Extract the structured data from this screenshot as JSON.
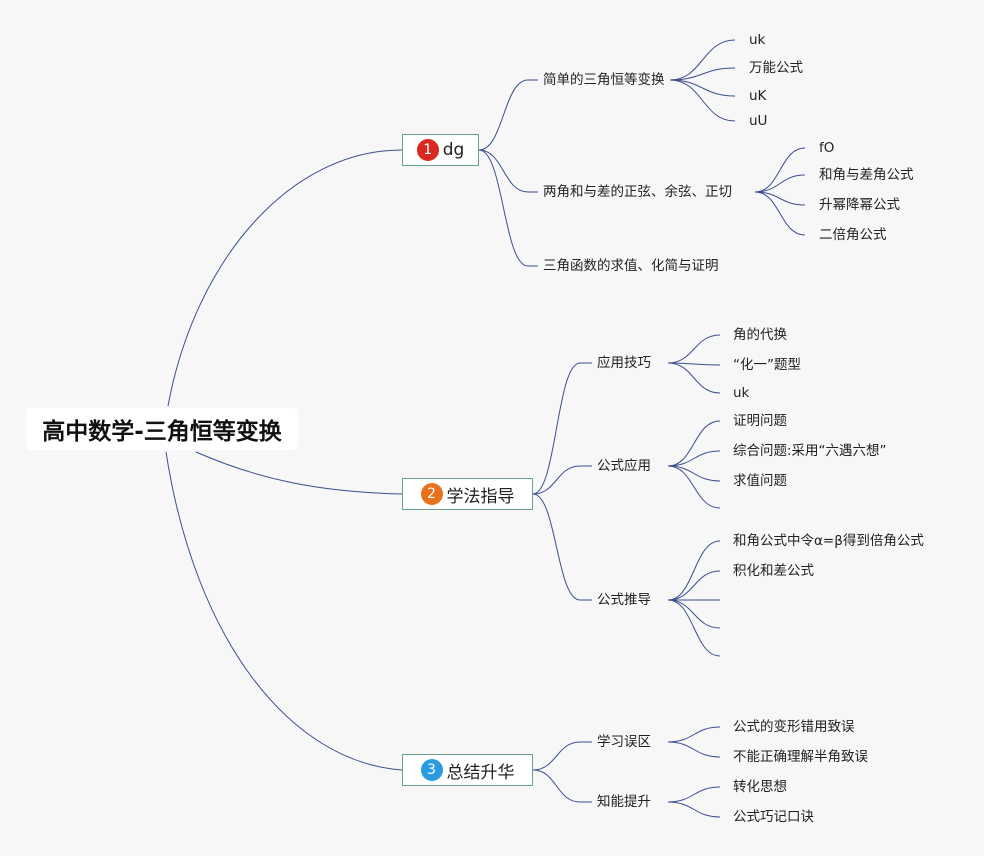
{
  "root": "高中数学-三角恒等变换",
  "colors": {
    "link": "#3b4f8c",
    "border": "#6a9f90",
    "badge1": "#d9281f",
    "badge2": "#e8711c",
    "badge3": "#2a9be0"
  },
  "branches": [
    {
      "number": "1",
      "label": "dg",
      "subs": [
        {
          "label": "简单的三角恒等变换",
          "leaves": [
            "uk",
            "万能公式",
            "uK",
            "uU"
          ]
        },
        {
          "label": "两角和与差的正弦、余弦、正切",
          "leaves": [
            "fO",
            "和角与差角公式",
            "升幂降幂公式",
            "二倍角公式"
          ]
        },
        {
          "label": "三角函数的求值、化简与证明",
          "leaves": []
        }
      ]
    },
    {
      "number": "2",
      "label": "学法指导",
      "subs": [
        {
          "label": "应用技巧",
          "leaves": [
            "角的代换",
            "“化一”题型",
            "uk"
          ]
        },
        {
          "label": "公式应用",
          "leaves": [
            "证明问题",
            "综合问题:采用“六遇六想”",
            "求值问题",
            ""
          ]
        },
        {
          "label": "公式推导",
          "leaves": [
            "和角公式中令α=β得到倍角公式",
            "积化和差公式",
            "",
            "",
            ""
          ]
        }
      ]
    },
    {
      "number": "3",
      "label": "总结升华",
      "subs": [
        {
          "label": "学习误区",
          "leaves": [
            "公式的变形错用致误",
            "不能正确理解半角致误"
          ]
        },
        {
          "label": "知能提升",
          "leaves": [
            "转化思想",
            "公式巧记口诀"
          ]
        }
      ]
    }
  ]
}
